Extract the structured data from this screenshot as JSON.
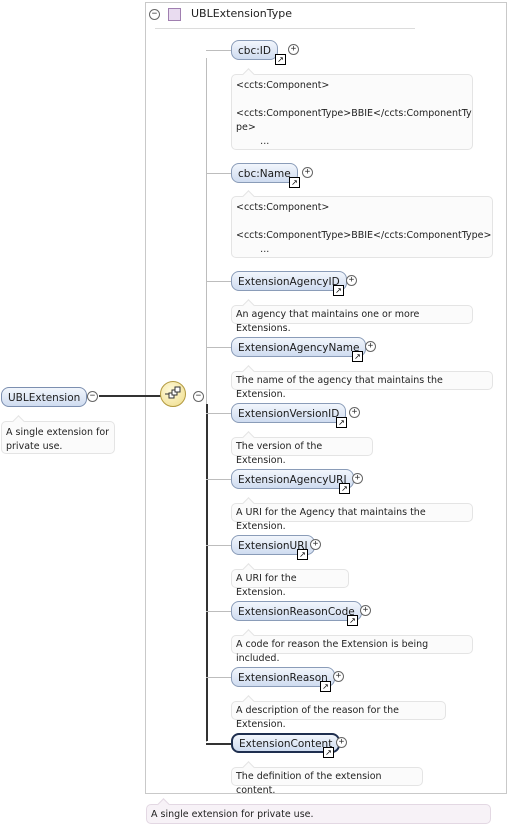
{
  "root": {
    "label": "UBLExtension",
    "doc": "A single extension for private use."
  },
  "type_box": {
    "title": "UBLExtensionType",
    "doc": "A single extension for private use."
  },
  "elements": [
    {
      "label": "cbc:ID",
      "doc": "<ccts:Component>\n\n<ccts:ComponentType>BBIE</ccts:ComponentTy\npe>\n        ..."
    },
    {
      "label": "cbc:Name",
      "doc": "<ccts:Component>\n\n<ccts:ComponentType>BBIE</ccts:ComponentType>\n        ..."
    },
    {
      "label": "ExtensionAgencyID",
      "doc": "An agency that maintains one or more Extensions."
    },
    {
      "label": "ExtensionAgencyName",
      "doc": "The name of the agency that maintains the Extension."
    },
    {
      "label": "ExtensionVersionID",
      "doc": "The version of the Extension."
    },
    {
      "label": "ExtensionAgencyURI",
      "doc": "A URI for the Agency that maintains the Extension."
    },
    {
      "label": "ExtensionURI",
      "doc": "A URI for the Extension."
    },
    {
      "label": "ExtensionReasonCode",
      "doc": "A code for reason the Extension is being included."
    },
    {
      "label": "ExtensionReason",
      "doc": "A description of the reason for the Extension."
    },
    {
      "label": "ExtensionContent",
      "doc": "The definition of the extension content."
    }
  ],
  "icons": {
    "collapse": "minus-circle-icon",
    "expand": "plus-circle-icon",
    "reference": "reference-arrow-icon",
    "sequence": "sequence-compositor-icon",
    "complex_type": "complex-type-icon"
  },
  "colors": {
    "node_top": "#f2f6fc",
    "node_bottom": "#cfdcf0",
    "node_border": "#8a9cb8",
    "sequence_fill": "#eedc8a",
    "type_icon": "#e9dcf0"
  }
}
